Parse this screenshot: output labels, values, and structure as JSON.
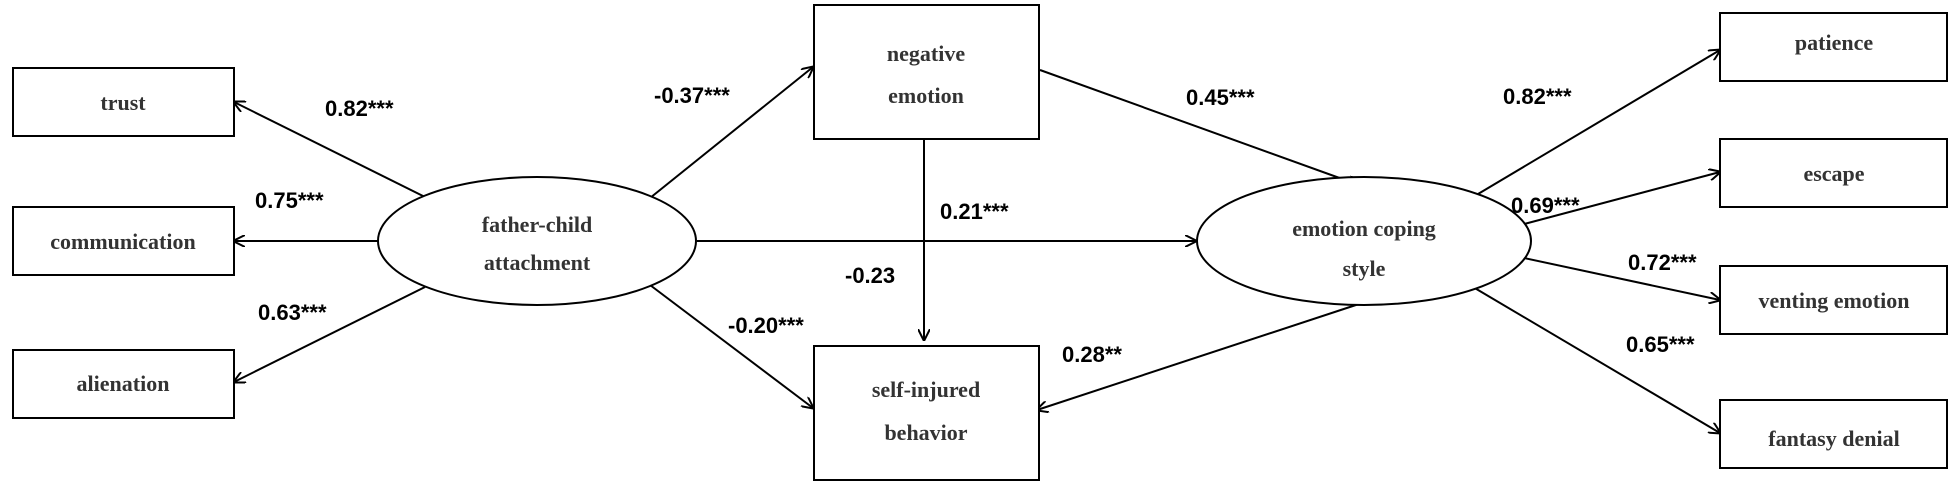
{
  "nodes": {
    "trust": "trust",
    "communication": "communication",
    "alienation": "alienation",
    "father_child_1": "father-child",
    "father_child_2": "attachment",
    "negative_emotion_1": "negative",
    "negative_emotion_2": "emotion",
    "self_injured_1": "self-injured",
    "self_injured_2": "behavior",
    "coping_1": "emotion coping",
    "coping_2": "style",
    "patience": "patience",
    "escape": "escape",
    "venting_emotion": "venting emotion",
    "fantasy_denial": "fantasy denial"
  },
  "paths": {
    "attachment_trust": "0.82***",
    "attachment_communication": "0.75***",
    "attachment_alienation": "0.63***",
    "attachment_negative": "-0.37***",
    "negative_coping": "0.45***",
    "negative_selfinjured": "0.21***",
    "attachment_coping": "-0.23",
    "attachment_selfinjured": "-0.20***",
    "coping_selfinjured": "0.28**",
    "coping_patience": "0.82***",
    "coping_escape": "0.69***",
    "coping_venting": "0.72***",
    "coping_fantasy": "0.65***"
  }
}
